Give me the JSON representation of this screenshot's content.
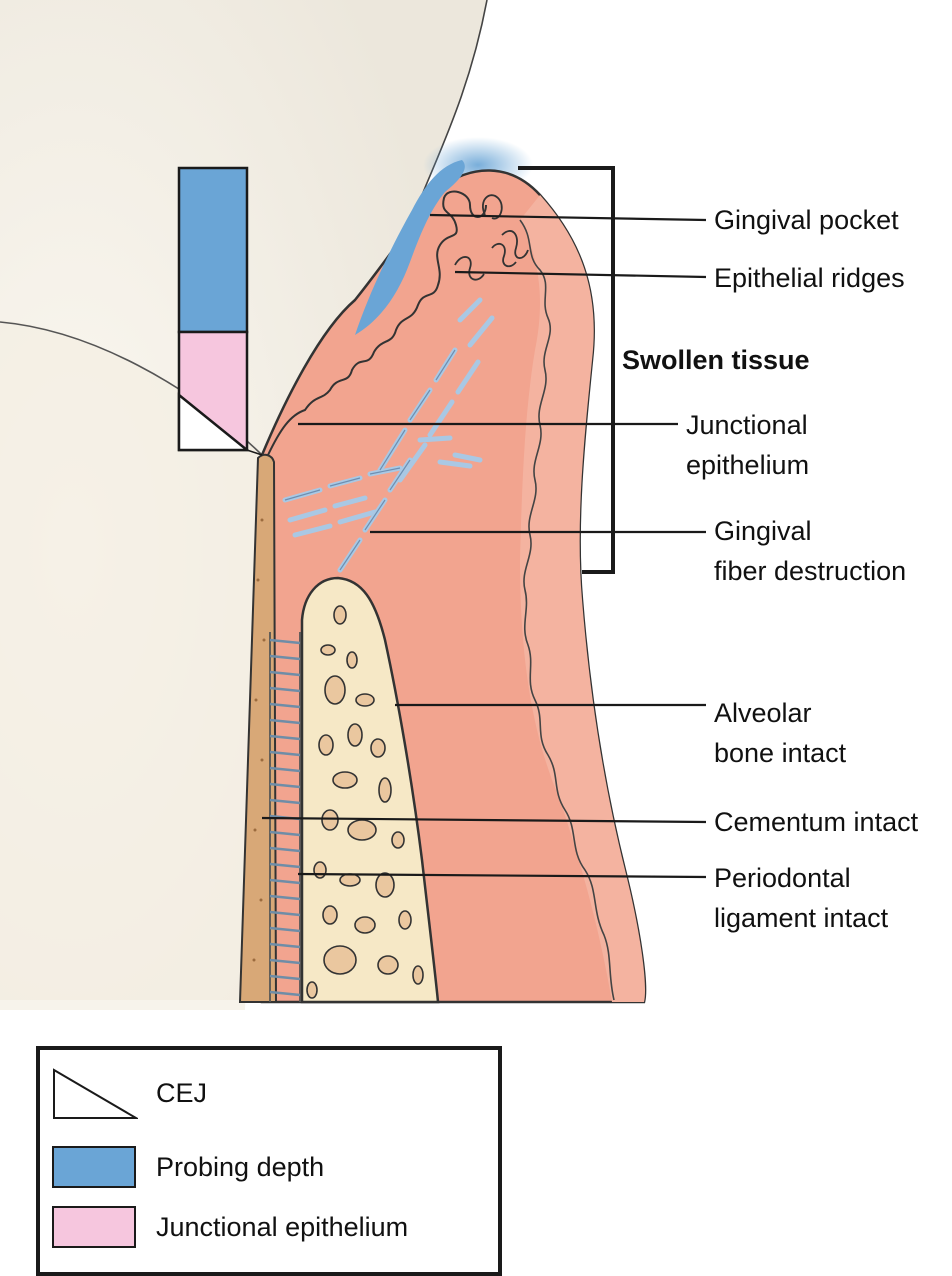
{
  "labels": {
    "gingival_pocket": "Gingival pocket",
    "epithelial_ridges": "Epithelial ridges",
    "swollen_tissue": "Swollen tissue",
    "junctional_epithelium_1": "Junctional",
    "junctional_epithelium_2": "epithelium",
    "gingival_fiber_1": "Gingival",
    "gingival_fiber_2": "fiber destruction",
    "alveolar_bone_1": "Alveolar",
    "alveolar_bone_2": "bone intact",
    "cementum": "Cementum intact",
    "periodontal_1": "Periodontal",
    "periodontal_2": "ligament intact"
  },
  "legend": {
    "items": [
      {
        "label": "CEJ",
        "icon": "cej-triangle"
      },
      {
        "label": "Probing depth",
        "color": "#6aa5d6"
      },
      {
        "label": "Junctional epithelium",
        "color": "#f6c6de"
      }
    ]
  },
  "colors": {
    "tooth": "#f1ede5",
    "gingiva": "#f2a48f",
    "gingiva_inner": "#f4b3a0",
    "bone": "#f6e8c6",
    "cementum": "#d8a877",
    "probing_depth": "#6aa5d6",
    "junctional_epithelium": "#f6c6de",
    "fibers": "#a9c8e4"
  }
}
